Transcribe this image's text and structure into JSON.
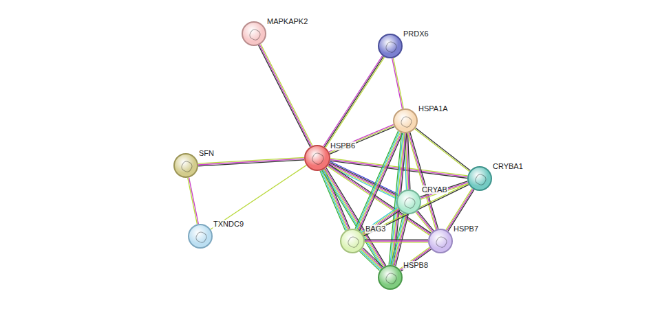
{
  "diagram": {
    "nodes": [
      {
        "text": [
          "MAPKAPK2"
        ]
      },
      {
        "text": [
          "PRDX6"
        ]
      },
      {
        "text": [
          "HSPA1A"
        ]
      },
      {
        "text": [
          "SFN"
        ]
      },
      {
        "text": [
          "HSPB6"
        ]
      },
      {
        "text": [
          "CRYBA1"
        ]
      },
      {
        "text": [
          "CRYAB"
        ]
      },
      {
        "text": [
          "TXNDC9"
        ]
      },
      {
        "text": [
          "BAG3"
        ]
      },
      {
        "text": [
          "HSPB7"
        ]
      },
      {
        "text": [
          "HSPB8"
        ]
      }
    ],
    "edges": [
      {
        "from": 4,
        "to": 0,
        "arrow": "none"
      },
      {
        "from": 4,
        "to": 1,
        "arrow": "none"
      },
      {
        "from": 4,
        "to": 2,
        "arrow": "none"
      },
      {
        "from": 4,
        "to": 3,
        "arrow": "none"
      },
      {
        "from": 4,
        "to": 7,
        "arrow": "none"
      },
      {
        "from": 4,
        "to": 5,
        "arrow": "none"
      },
      {
        "from": 4,
        "to": 6,
        "arrow": "none"
      },
      {
        "from": 4,
        "to": 8,
        "arrow": "none"
      },
      {
        "from": 4,
        "to": 9,
        "arrow": "none"
      },
      {
        "from": 4,
        "to": 10,
        "arrow": "none"
      },
      {
        "from": 3,
        "to": 7,
        "arrow": "none"
      },
      {
        "from": 1,
        "to": 2,
        "arrow": "none"
      },
      {
        "from": 2,
        "to": 6,
        "arrow": "none"
      },
      {
        "from": 2,
        "to": 8,
        "arrow": "none"
      },
      {
        "from": 2,
        "to": 10,
        "arrow": "none"
      },
      {
        "from": 2,
        "to": 9,
        "arrow": "none"
      },
      {
        "from": 2,
        "to": 5,
        "arrow": "none"
      },
      {
        "from": 6,
        "to": 5,
        "arrow": "none"
      },
      {
        "from": 6,
        "to": 8,
        "arrow": "none"
      },
      {
        "from": 6,
        "to": 10,
        "arrow": "none"
      },
      {
        "from": 6,
        "to": 9,
        "arrow": "none"
      },
      {
        "from": 5,
        "to": 9,
        "arrow": "none"
      },
      {
        "from": 5,
        "to": 8,
        "arrow": "none"
      },
      {
        "from": 8,
        "to": 10,
        "arrow": "none"
      },
      {
        "from": 8,
        "to": 9,
        "arrow": "none"
      },
      {
        "from": 9,
        "to": 10,
        "arrow": "none"
      }
    ]
  }
}
